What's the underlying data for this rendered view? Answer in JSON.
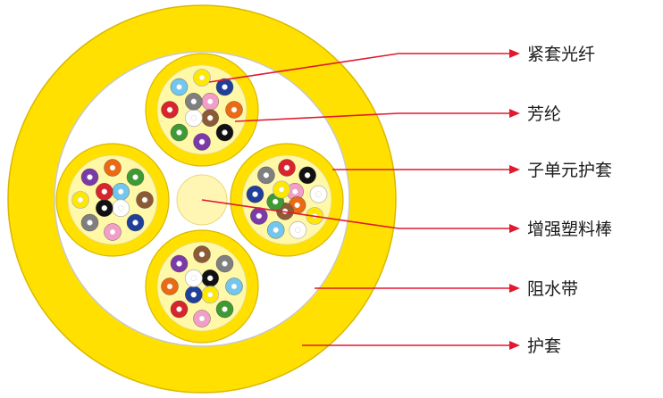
{
  "colors": {
    "jacket": "#ffe000",
    "jacket_edge": "#d9b800",
    "water_blocking_tape": "#ffffff",
    "tape_edge": "#c9c9c9",
    "unit_inner": "#fff8a8",
    "strength_rod": "#fff6b4",
    "leader_line": "#e0192e",
    "fiber_core": "#ffffff"
  },
  "fiber_colors": {
    "blue": "#1f3f9a",
    "orange": "#ec6a12",
    "green": "#3f9a34",
    "brown": "#8c5a36",
    "gray": "#7f7f7f",
    "white": "#ffffff",
    "red": "#d9242c",
    "black": "#111111",
    "yellow": "#ffe800",
    "violet": "#7b3aa8",
    "pink": "#f29ec8",
    "aqua": "#72c7ee"
  },
  "units": [
    {
      "name": "top",
      "fibers": [
        "yellow",
        "blue",
        "orange",
        "black",
        "violet",
        "green",
        "red",
        "aqua",
        "pink",
        "brown",
        "white",
        "gray"
      ]
    },
    {
      "name": "left",
      "fibers": [
        "orange",
        "green",
        "brown",
        "blue",
        "pink",
        "gray",
        "yellow",
        "violet",
        "aqua",
        "white",
        "black",
        "red"
      ]
    },
    {
      "name": "right",
      "fibers": [
        "red",
        "black",
        "white",
        "yellow",
        "white",
        "aqua",
        "violet",
        "blue",
        "gray",
        "pink",
        "orange",
        "brown",
        "green",
        "yellow"
      ]
    },
    {
      "name": "bottom",
      "fibers": [
        "brown",
        "gray",
        "aqua",
        "green",
        "pink",
        "red",
        "orange",
        "violet",
        "black",
        "yellow",
        "blue",
        "white"
      ]
    }
  ],
  "labels": [
    {
      "key": "tight_buffered_fiber",
      "text": "紧套光纤"
    },
    {
      "key": "aramid",
      "text": "芳纶"
    },
    {
      "key": "subunit_jacket",
      "text": "子单元护套"
    },
    {
      "key": "strength_rod",
      "text": "增强塑料棒"
    },
    {
      "key": "water_blocking_tape",
      "text": "阻水带"
    },
    {
      "key": "outer_jacket",
      "text": "护套"
    }
  ]
}
